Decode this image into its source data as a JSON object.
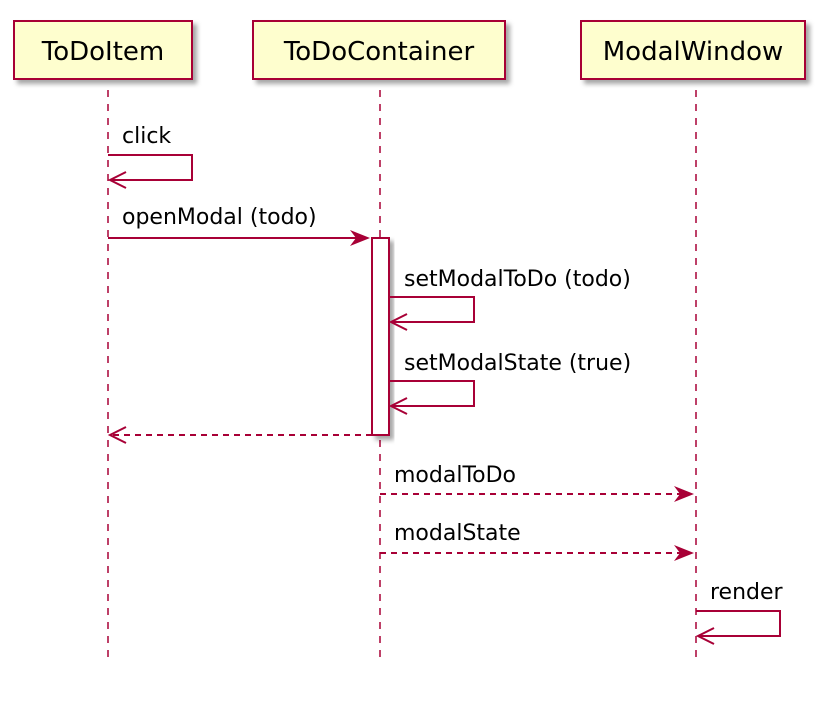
{
  "participants": [
    {
      "id": "todoitem",
      "label": "ToDoItem"
    },
    {
      "id": "todocontainer",
      "label": "ToDoContainer"
    },
    {
      "id": "modalwindow",
      "label": "ModalWindow"
    }
  ],
  "messages": [
    {
      "id": "m1",
      "from": "todoitem",
      "to": "todoitem",
      "label": "click",
      "style": "solid",
      "arrow": "open"
    },
    {
      "id": "m2",
      "from": "todoitem",
      "to": "todocontainer",
      "label": "openModal (todo)",
      "style": "solid",
      "arrow": "filled"
    },
    {
      "id": "m3",
      "from": "todocontainer",
      "to": "todocontainer",
      "label": "setModalToDo (todo)",
      "style": "solid",
      "arrow": "open"
    },
    {
      "id": "m4",
      "from": "todocontainer",
      "to": "todocontainer",
      "label": "setModalState (true)",
      "style": "solid",
      "arrow": "open"
    },
    {
      "id": "m5",
      "from": "todocontainer",
      "to": "todoitem",
      "label": "",
      "style": "dashed",
      "arrow": "open"
    },
    {
      "id": "m6",
      "from": "todocontainer",
      "to": "modalwindow",
      "label": "modalToDo",
      "style": "dashed",
      "arrow": "filled"
    },
    {
      "id": "m7",
      "from": "todocontainer",
      "to": "modalwindow",
      "label": "modalState",
      "style": "dashed",
      "arrow": "filled"
    },
    {
      "id": "m8",
      "from": "modalwindow",
      "to": "modalwindow",
      "label": "render",
      "style": "solid",
      "arrow": "open"
    }
  ],
  "activations": [
    {
      "participant": "todocontainer",
      "from_message": "m2",
      "to_message": "m5"
    }
  ],
  "colors": {
    "box_fill": "#FEFECE",
    "accent": "#A80036"
  }
}
